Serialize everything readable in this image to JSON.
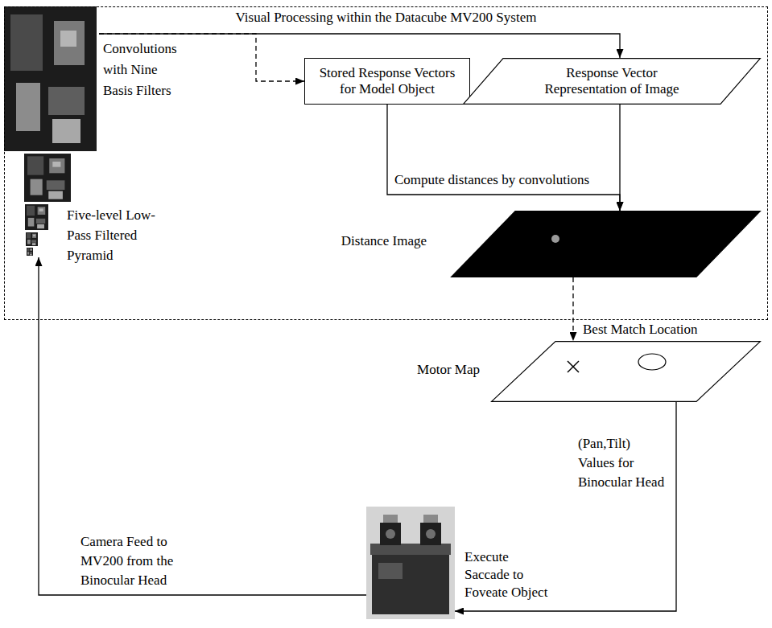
{
  "diagram": {
    "nodes": [
      {
        "text": [
          "Visual Processing within the Datacube MV200 System"
        ]
      },
      {
        "text": [
          "Five-level Low-Pass Filtered Pyramid"
        ],
        "in": 0
      },
      {
        "text": [
          "Stored Response Vectors for Model Object"
        ],
        "in": 0
      },
      {
        "text": [
          "Response Vector Representation of Image"
        ],
        "in": 0
      },
      {
        "text": [
          "Distance Image"
        ],
        "in": 0
      },
      {
        "text": [
          "Motor Map"
        ]
      },
      {
        "text": [
          "Execute Saccade to Foveate Object"
        ]
      }
    ],
    "edges": [
      {
        "from": 1,
        "to": 2,
        "arrow": "to"
      },
      {
        "from": 1,
        "to": 3,
        "arrow": "to",
        "label": "Convolutions with Nine Basis Filters"
      },
      {
        "from": 2,
        "to": 4,
        "arrow": "to",
        "label": "Compute distances by convolutions"
      },
      {
        "from": 3,
        "to": 4,
        "arrow": "to"
      },
      {
        "from": 4,
        "to": 5,
        "arrow": "to",
        "label": "Best Match Location"
      },
      {
        "from": 5,
        "to": 6,
        "arrow": "to",
        "label": "(Pan,Tilt) Values for Binocular Head"
      },
      {
        "from": 6,
        "to": 1,
        "arrow": "to",
        "label": "Camera Feed to MV200 from the Binocular Head"
      }
    ]
  }
}
